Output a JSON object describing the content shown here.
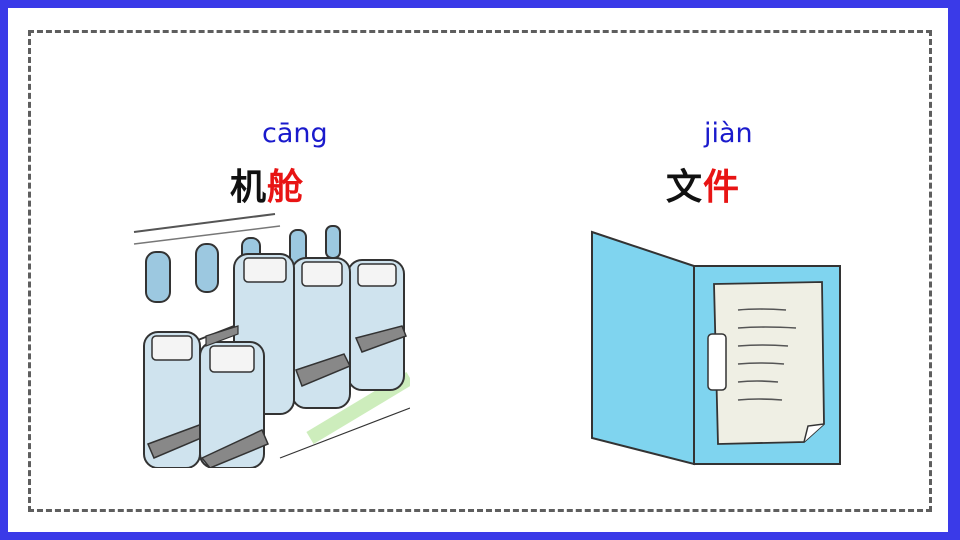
{
  "words": [
    {
      "pinyin": "cāng",
      "plain": "机",
      "highlight": "舱",
      "picture": "airplane-cabin-seats-illustration"
    },
    {
      "pinyin": "jiàn",
      "plain": "文",
      "highlight": "件",
      "picture": "document-folder-illustration"
    }
  ],
  "colors": {
    "frame": "#3a3ae8",
    "pinyin": "#1a1acc",
    "highlight": "#e81414",
    "text": "#111111"
  }
}
